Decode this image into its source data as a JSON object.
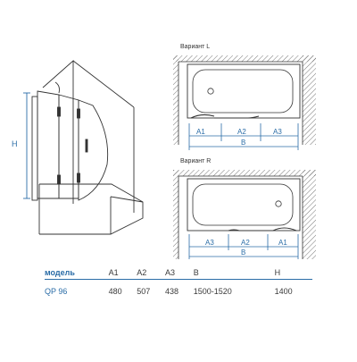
{
  "perspective": {
    "height_label": "H"
  },
  "variant_l": {
    "title": "Вариант L",
    "segments": [
      "A1",
      "A2",
      "A3"
    ],
    "total": "B"
  },
  "variant_r": {
    "title": "Вариант R",
    "segments": [
      "A3",
      "A2",
      "A1"
    ],
    "total": "B"
  },
  "table": {
    "headers": [
      "модель",
      "A1",
      "A2",
      "A3",
      "B",
      "H"
    ],
    "rows": [
      [
        "QP 96",
        "480",
        "507",
        "438",
        "1500-1520",
        "1400"
      ]
    ]
  },
  "colors": {
    "line": "#333333",
    "dimension": "#2b6da7",
    "header": "#2b6da7"
  }
}
